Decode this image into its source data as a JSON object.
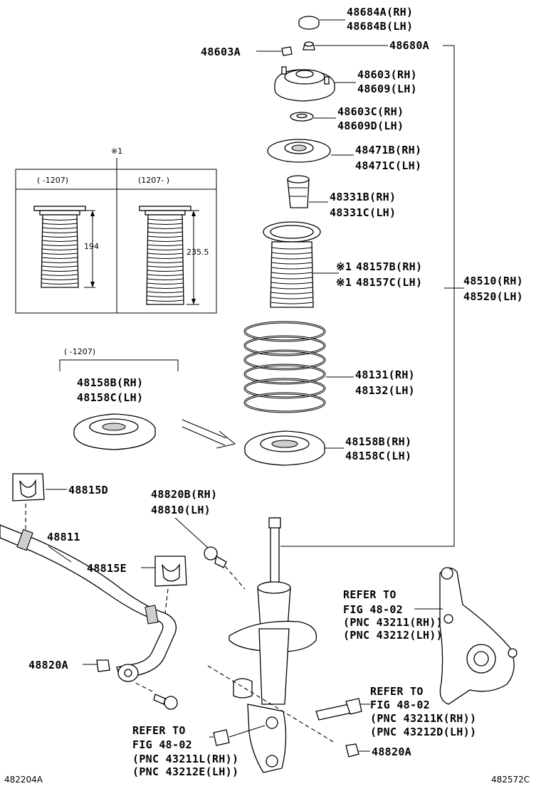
{
  "labels": {
    "p48684": [
      "48684A(RH)",
      "48684B(LH)"
    ],
    "p48603A": "48603A",
    "p48680A": "48680A",
    "p48603": [
      "48603(RH)",
      "48609(LH)"
    ],
    "p48603C": [
      "48603C(RH)",
      "48609D(LH)"
    ],
    "p48471": [
      "48471B(RH)",
      "48471C(LH)"
    ],
    "p48331": [
      "48331B(RH)",
      "48331C(LH)"
    ],
    "p48157": [
      "48157B(RH)",
      "48157C(LH)"
    ],
    "p48157_mark": "※1",
    "p48510": [
      "48510(RH)",
      "48520(LH)"
    ],
    "p48131": [
      "48131(RH)",
      "48132(LH)"
    ],
    "p48158_right": [
      "48158B(RH)",
      "48158C(LH)"
    ],
    "p48158_left": [
      "48158B(RH)",
      "48158C(LH)"
    ],
    "p48158_range": "(  -1207)",
    "p48815D": "48815D",
    "p48811": "48811",
    "p48815E": "48815E",
    "p48820B": [
      "48820B(RH)",
      "48810(LH)"
    ],
    "p48820A_left": "48820A",
    "p48820A_right": "48820A",
    "refer_knuckle": [
      "REFER TO",
      "FIG 48-02",
      "(PNC 43211(RH))",
      "(PNC 43212(LH))"
    ],
    "refer_bolt_upper": [
      "REFER TO",
      "FIG 48-02",
      "(PNC 43211K(RH))",
      "(PNC 43212D(LH))"
    ],
    "refer_bolt_lower": [
      "REFER TO",
      "FIG 48-02",
      "(PNC 43211L(RH))",
      "(PNC 43212E(LH))"
    ],
    "footer_left": "482204A",
    "footer_right": "482572C"
  },
  "inset": {
    "mark": "※1",
    "col_left": "(   -1207)",
    "col_right": "(1207-   )",
    "dim_left": "194",
    "dim_right": "235.5"
  }
}
